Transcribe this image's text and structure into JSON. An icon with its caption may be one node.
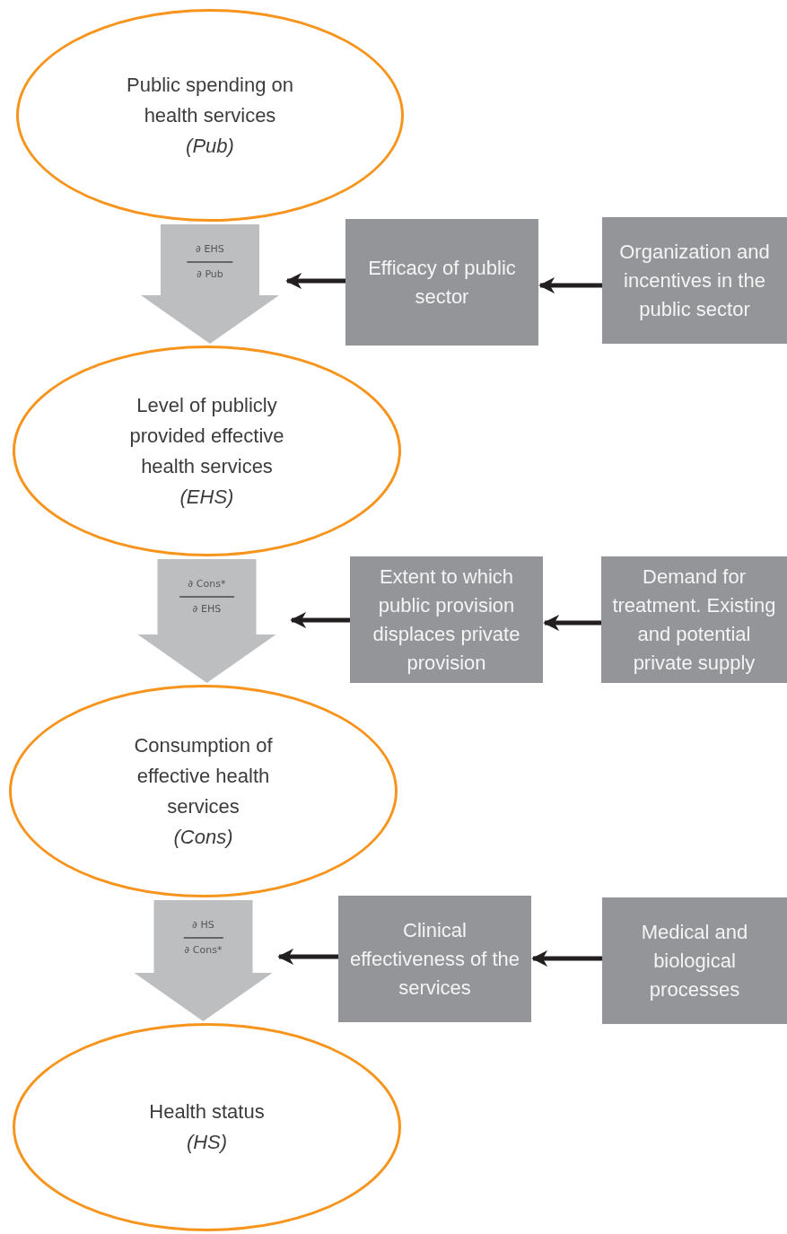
{
  "diagram": {
    "nodes": [
      {
        "text": [
          "Public spending on health services",
          "(Pub)"
        ]
      },
      {
        "text": [
          "Efficacy of public sector"
        ]
      },
      {
        "text": [
          "Organization and incentives in the public sector"
        ]
      },
      {
        "text": [
          "Level of publicly provided effective health services",
          "(EHS)"
        ]
      },
      {
        "text": [
          "Extent to which public provision displaces private provision"
        ]
      },
      {
        "text": [
          "Demand for treatment. Existing and potential private supply"
        ]
      },
      {
        "text": [
          "Consumption of effective health services",
          "(Cons)"
        ]
      },
      {
        "text": [
          "Clinical effectiveness of the services"
        ]
      },
      {
        "text": [
          "Medical and biological processes"
        ]
      },
      {
        "text": [
          "Health status",
          "(HS)"
        ]
      }
    ],
    "edges": [
      {
        "from": 0,
        "to": 3,
        "arrow": "to",
        "label": "∂ EHS ∂ Pub",
        "style": "thick",
        "color": "#bcbec0"
      },
      {
        "from": 3,
        "to": 6,
        "arrow": "to",
        "label": "∂ Cons* ∂ EHS",
        "style": "thick",
        "color": "#bcbec0"
      },
      {
        "from": 6,
        "to": 9,
        "arrow": "to",
        "label": "∂ HS ∂ Cons*",
        "style": "thick",
        "color": "#bcbec0"
      },
      {
        "from": 2,
        "to": 1,
        "arrow": "to"
      },
      {
        "from": 1,
        "to": null,
        "arrow": "to"
      },
      {
        "from": 5,
        "to": 4,
        "arrow": "to"
      },
      {
        "from": 4,
        "to": null,
        "arrow": "to"
      },
      {
        "from": 8,
        "to": 7,
        "arrow": "to"
      },
      {
        "from": 7,
        "to": null,
        "arrow": "to"
      }
    ]
  }
}
